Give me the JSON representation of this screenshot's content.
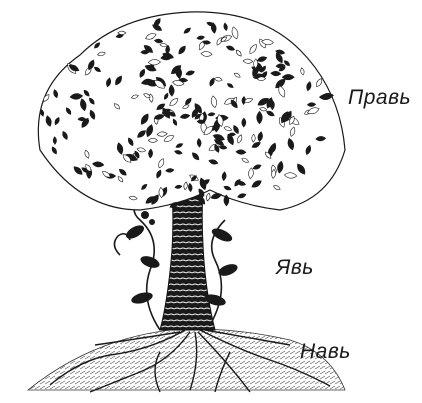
{
  "labels": {
    "prav": "Правь",
    "yav": "Явь",
    "nav": "Навь"
  },
  "colors": {
    "ink": "#1a1a1a",
    "background": "#ffffff"
  }
}
